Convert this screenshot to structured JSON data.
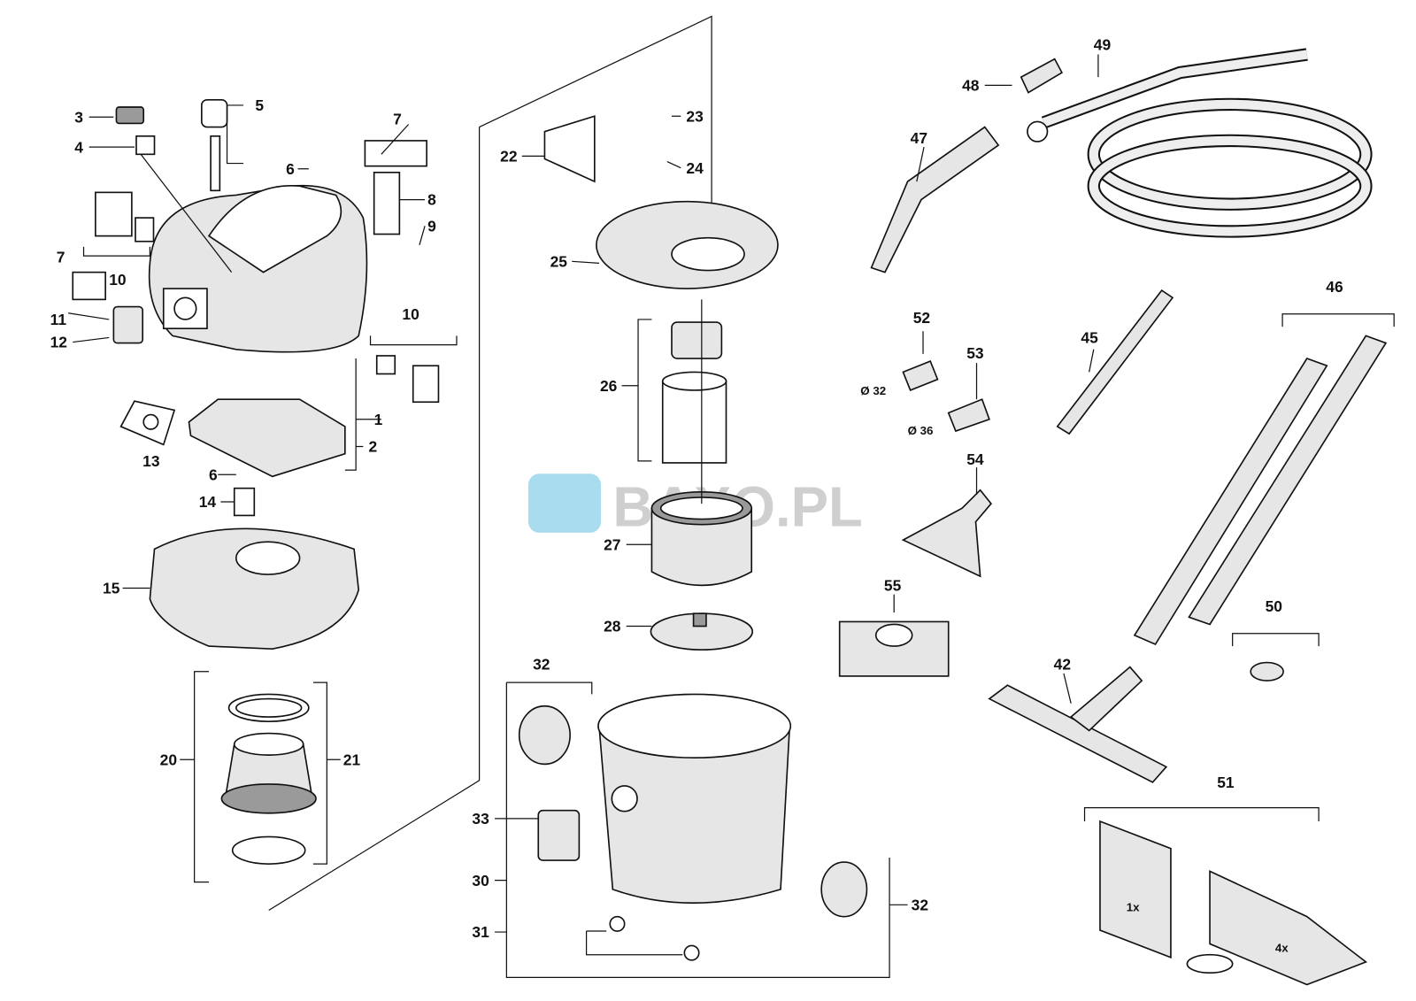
{
  "watermark": "BAXO.PL",
  "labels": {
    "p1": "1",
    "p2": "2",
    "p3": "3",
    "p4": "4",
    "p5": "5",
    "p6a": "6",
    "p6b": "6",
    "p7a": "7",
    "p7b": "7",
    "p8": "8",
    "p9": "9",
    "p10a": "10",
    "p10b": "10",
    "p11": "11",
    "p12": "12",
    "p13": "13",
    "p14": "14",
    "p15": "15",
    "p20": "20",
    "p21": "21",
    "p22": "22",
    "p23": "23",
    "p24": "24",
    "p25": "25",
    "p26": "26",
    "p27": "27",
    "p28": "28",
    "p30": "30",
    "p31": "31",
    "p32a": "32",
    "p32b": "32",
    "p33": "33",
    "p42": "42",
    "p45": "45",
    "p46": "46",
    "p47": "47",
    "p48": "48",
    "p49": "49",
    "p50": "50",
    "p51": "51",
    "p52": "52",
    "p53": "53",
    "p54": "54",
    "p55": "55",
    "d32": "Ø 32",
    "d36": "Ø 36",
    "q1": "1x",
    "q4": "4x"
  }
}
